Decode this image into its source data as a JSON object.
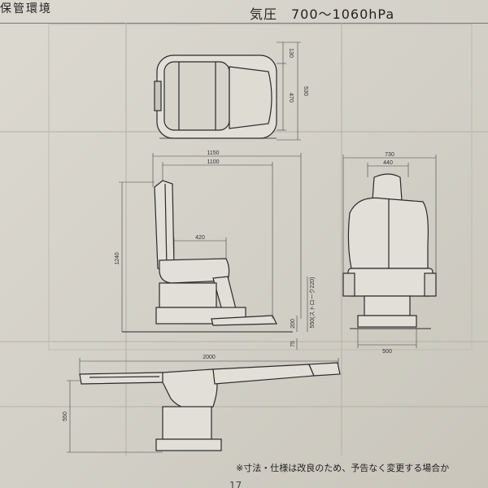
{
  "header": {
    "title": "保管環境",
    "pressure": "気圧　700～1060hPa"
  },
  "top_view": {
    "dim_130": "130",
    "dim_470": "470",
    "dim_530": "530"
  },
  "side_view": {
    "dim_1150": "1150",
    "dim_1100": "1100",
    "dim_420": "420",
    "dim_1240": "1240",
    "dim_200": "200",
    "dim_75": "75",
    "dim_stroke": "550(ストローク220)"
  },
  "front_view": {
    "dim_730": "730",
    "dim_440": "440",
    "dim_500": "500"
  },
  "flat_view": {
    "dim_2000": "2000",
    "dim_550": "550"
  },
  "footer": {
    "note": "※寸法・仕様は改良のため、予告なく変更する場合か",
    "page": "17"
  },
  "colors": {
    "paper": "#d8d5cd",
    "line": "#2a2a2a",
    "dimension": "#444444"
  }
}
